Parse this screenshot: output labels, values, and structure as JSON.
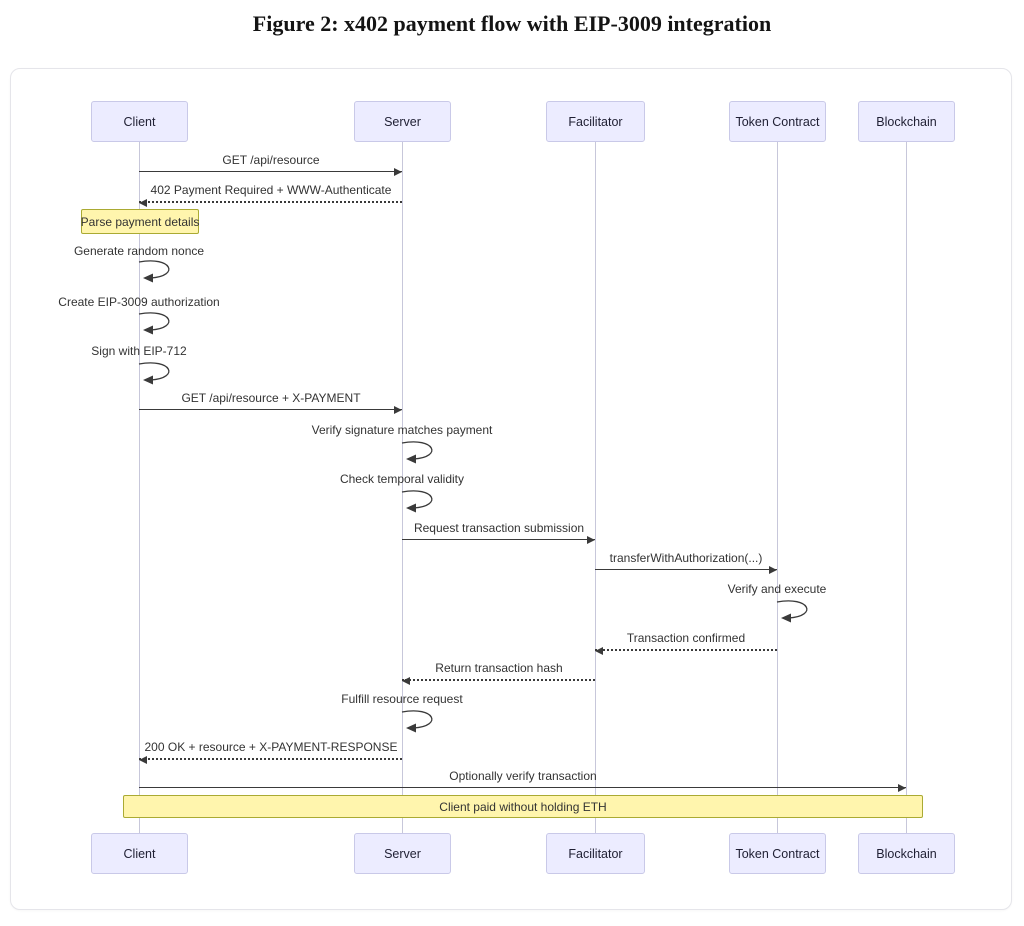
{
  "title": "Figure 2: x402 payment flow with EIP-3009 integration",
  "colors": {
    "actor_fill": "#ececff",
    "actor_border": "#c9c9e8",
    "note_fill": "#fff5ad",
    "note_border": "#aaaa33",
    "line": "#3a3a3a",
    "lifeline": "#c7c7da"
  },
  "actors": [
    {
      "label": "Client"
    },
    {
      "label": "Server"
    },
    {
      "label": "Facilitator"
    },
    {
      "label": "Token Contract"
    },
    {
      "label": "Blockchain"
    }
  ],
  "messages": [
    {
      "label": "GET /api/resource",
      "from": "Client",
      "to": "Server",
      "line": "solid"
    },
    {
      "label": "402 Payment Required + WWW-Authenticate",
      "from": "Server",
      "to": "Client",
      "line": "dotted"
    },
    {
      "label": "Generate random nonce",
      "actor": "Client",
      "kind": "self"
    },
    {
      "label": "Create EIP-3009 authorization",
      "actor": "Client",
      "kind": "self"
    },
    {
      "label": "Sign with EIP-712",
      "actor": "Client",
      "kind": "self"
    },
    {
      "label": "GET /api/resource + X-PAYMENT",
      "from": "Client",
      "to": "Server",
      "line": "solid"
    },
    {
      "label": "Verify signature matches payment",
      "actor": "Server",
      "kind": "self"
    },
    {
      "label": "Check temporal validity",
      "actor": "Server",
      "kind": "self"
    },
    {
      "label": "Request transaction submission",
      "from": "Server",
      "to": "Facilitator",
      "line": "solid"
    },
    {
      "label": "transferWithAuthorization(...)",
      "from": "Facilitator",
      "to": "Token Contract",
      "line": "solid"
    },
    {
      "label": "Verify and execute",
      "actor": "Token Contract",
      "kind": "self"
    },
    {
      "label": "Transaction confirmed",
      "from": "Token Contract",
      "to": "Facilitator",
      "line": "dotted"
    },
    {
      "label": "Return transaction hash",
      "from": "Facilitator",
      "to": "Server",
      "line": "dotted"
    },
    {
      "label": "Fulfill resource request",
      "actor": "Server",
      "kind": "self"
    },
    {
      "label": "200 OK + resource + X-PAYMENT-RESPONSE",
      "from": "Server",
      "to": "Client",
      "line": "dotted"
    },
    {
      "label": "Optionally verify transaction",
      "from": "Client",
      "to": "Blockchain",
      "line": "solid"
    }
  ],
  "notes": [
    {
      "label": "Parse payment details",
      "over": "Client"
    },
    {
      "label": "Client paid without holding ETH",
      "over": "All"
    }
  ]
}
